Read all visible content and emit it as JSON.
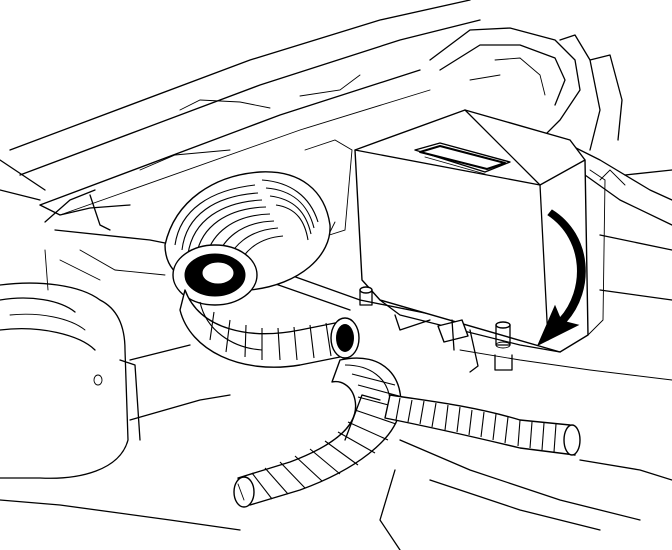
{
  "illustration": {
    "subject": "",
    "colors": {
      "ink": "#000000",
      "paper": "#ffffff"
    },
    "parts": [
      "firewall-panel",
      "seat-back",
      "module-box",
      "box-vent-slot",
      "removal-arrow-icon",
      "large-corrugated-duct",
      "duct-elbow",
      "lower-duct",
      "small-corrugated-hose",
      "mounting-stud",
      "bracket-clip",
      "round-pedestal"
    ]
  }
}
